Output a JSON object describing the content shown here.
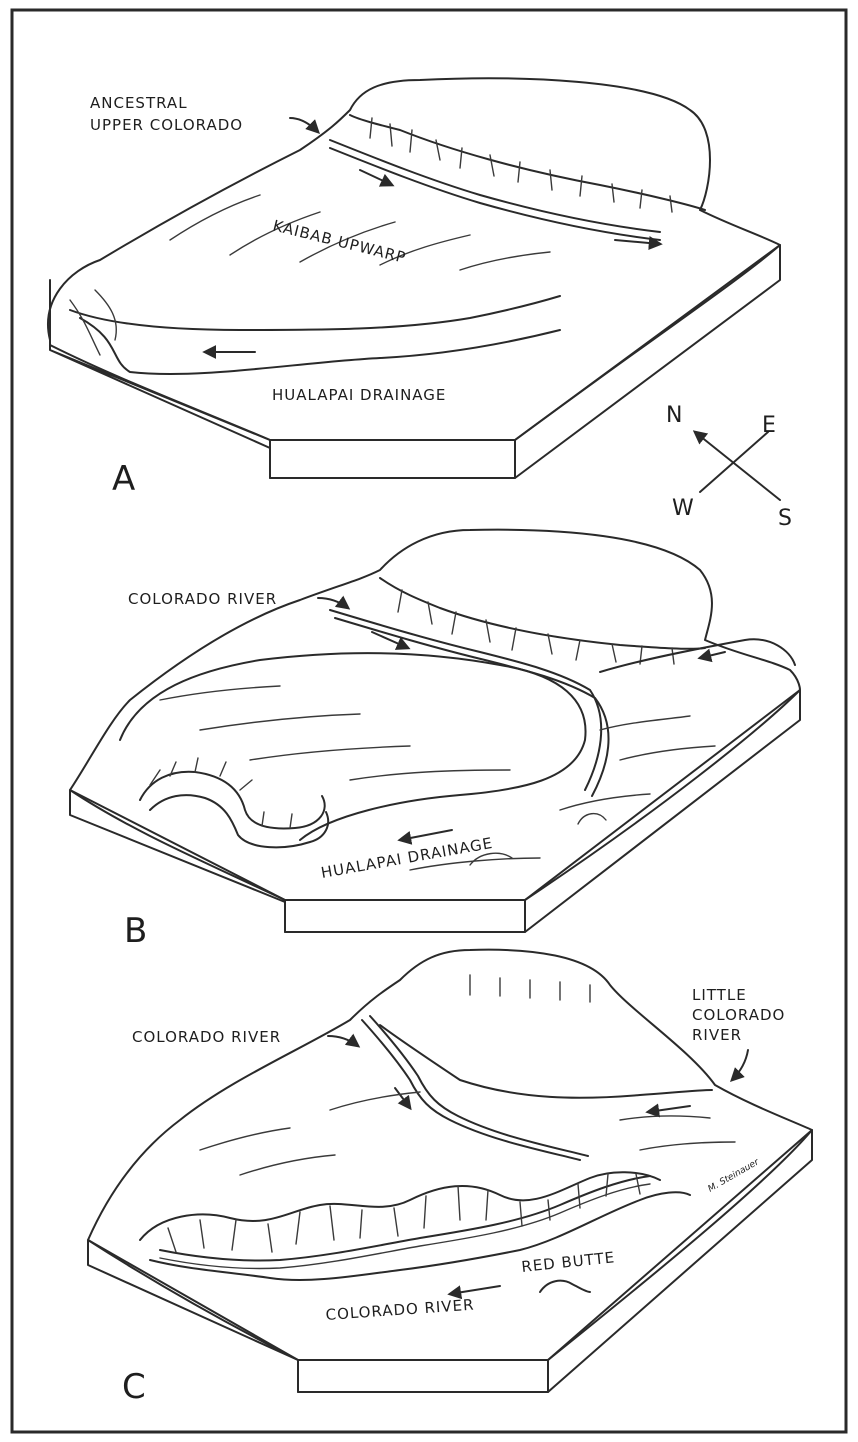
{
  "panels": {
    "a": {
      "letter": "A",
      "labels": {
        "ancestral_line1": "ANCESTRAL",
        "ancestral_line2": "UPPER COLORADO",
        "kaibab": "KAIBAB UPWARP",
        "hualapai": "HUALAPAI DRAINAGE"
      }
    },
    "b": {
      "letter": "B",
      "labels": {
        "colorado": "COLORADO RIVER",
        "hualapai": "HUALAPAI DRAINAGE"
      }
    },
    "c": {
      "letter": "C",
      "labels": {
        "colorado_top": "COLORADO RIVER",
        "little_line1": "LITTLE",
        "little_line2": "COLORADO",
        "little_line3": "RIVER",
        "red_butte": "RED BUTTE",
        "colorado_bottom": "COLORADO RIVER"
      }
    }
  },
  "compass": {
    "n": "N",
    "e": "E",
    "w": "W",
    "s": "S"
  },
  "signature": "M. Steinauer"
}
